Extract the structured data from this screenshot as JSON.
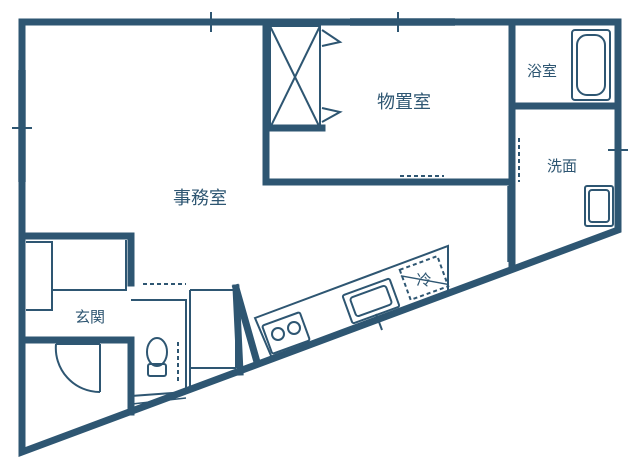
{
  "rooms": {
    "office": "事務室",
    "storage": "物置室",
    "bath": "浴室",
    "washroom": "洗面",
    "entrance": "玄関",
    "fridge": "冷"
  },
  "colors": {
    "wall": "#2e5672",
    "background": "#ffffff"
  }
}
